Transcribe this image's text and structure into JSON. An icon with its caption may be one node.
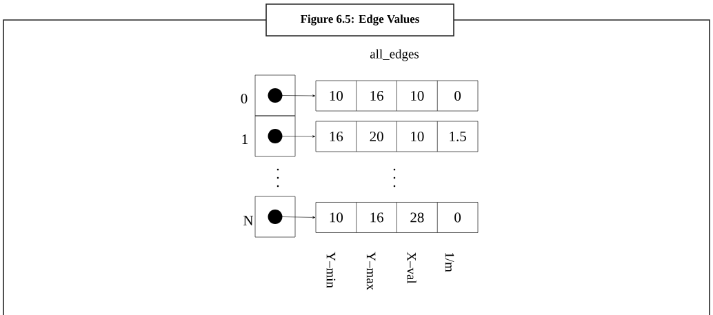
{
  "diagram": {
    "title": "Figure 6.5: Edge Values",
    "nodes": [
      {
        "text": [],
        "shape": "box"
      },
      {
        "text": [],
        "shape": "box"
      },
      {
        "text": [],
        "shape": "box"
      },
      {
        "text": [
          "10",
          "16",
          "10",
          "0"
        ]
      },
      {
        "text": [
          "16",
          "20",
          "10",
          "1.5"
        ]
      },
      {
        "text": [
          "10",
          "16",
          "28",
          "0"
        ]
      }
    ],
    "edges": [
      {
        "from": 0,
        "to": 3,
        "arrow": "to"
      },
      {
        "from": 1,
        "to": 4,
        "arrow": "to"
      },
      {
        "from": 2,
        "to": 5,
        "arrow": "to"
      }
    ],
    "labels": [
      "all_edges",
      "0",
      "1",
      "N",
      "Y–min",
      "Y–max",
      "X–val",
      "1/m"
    ]
  }
}
